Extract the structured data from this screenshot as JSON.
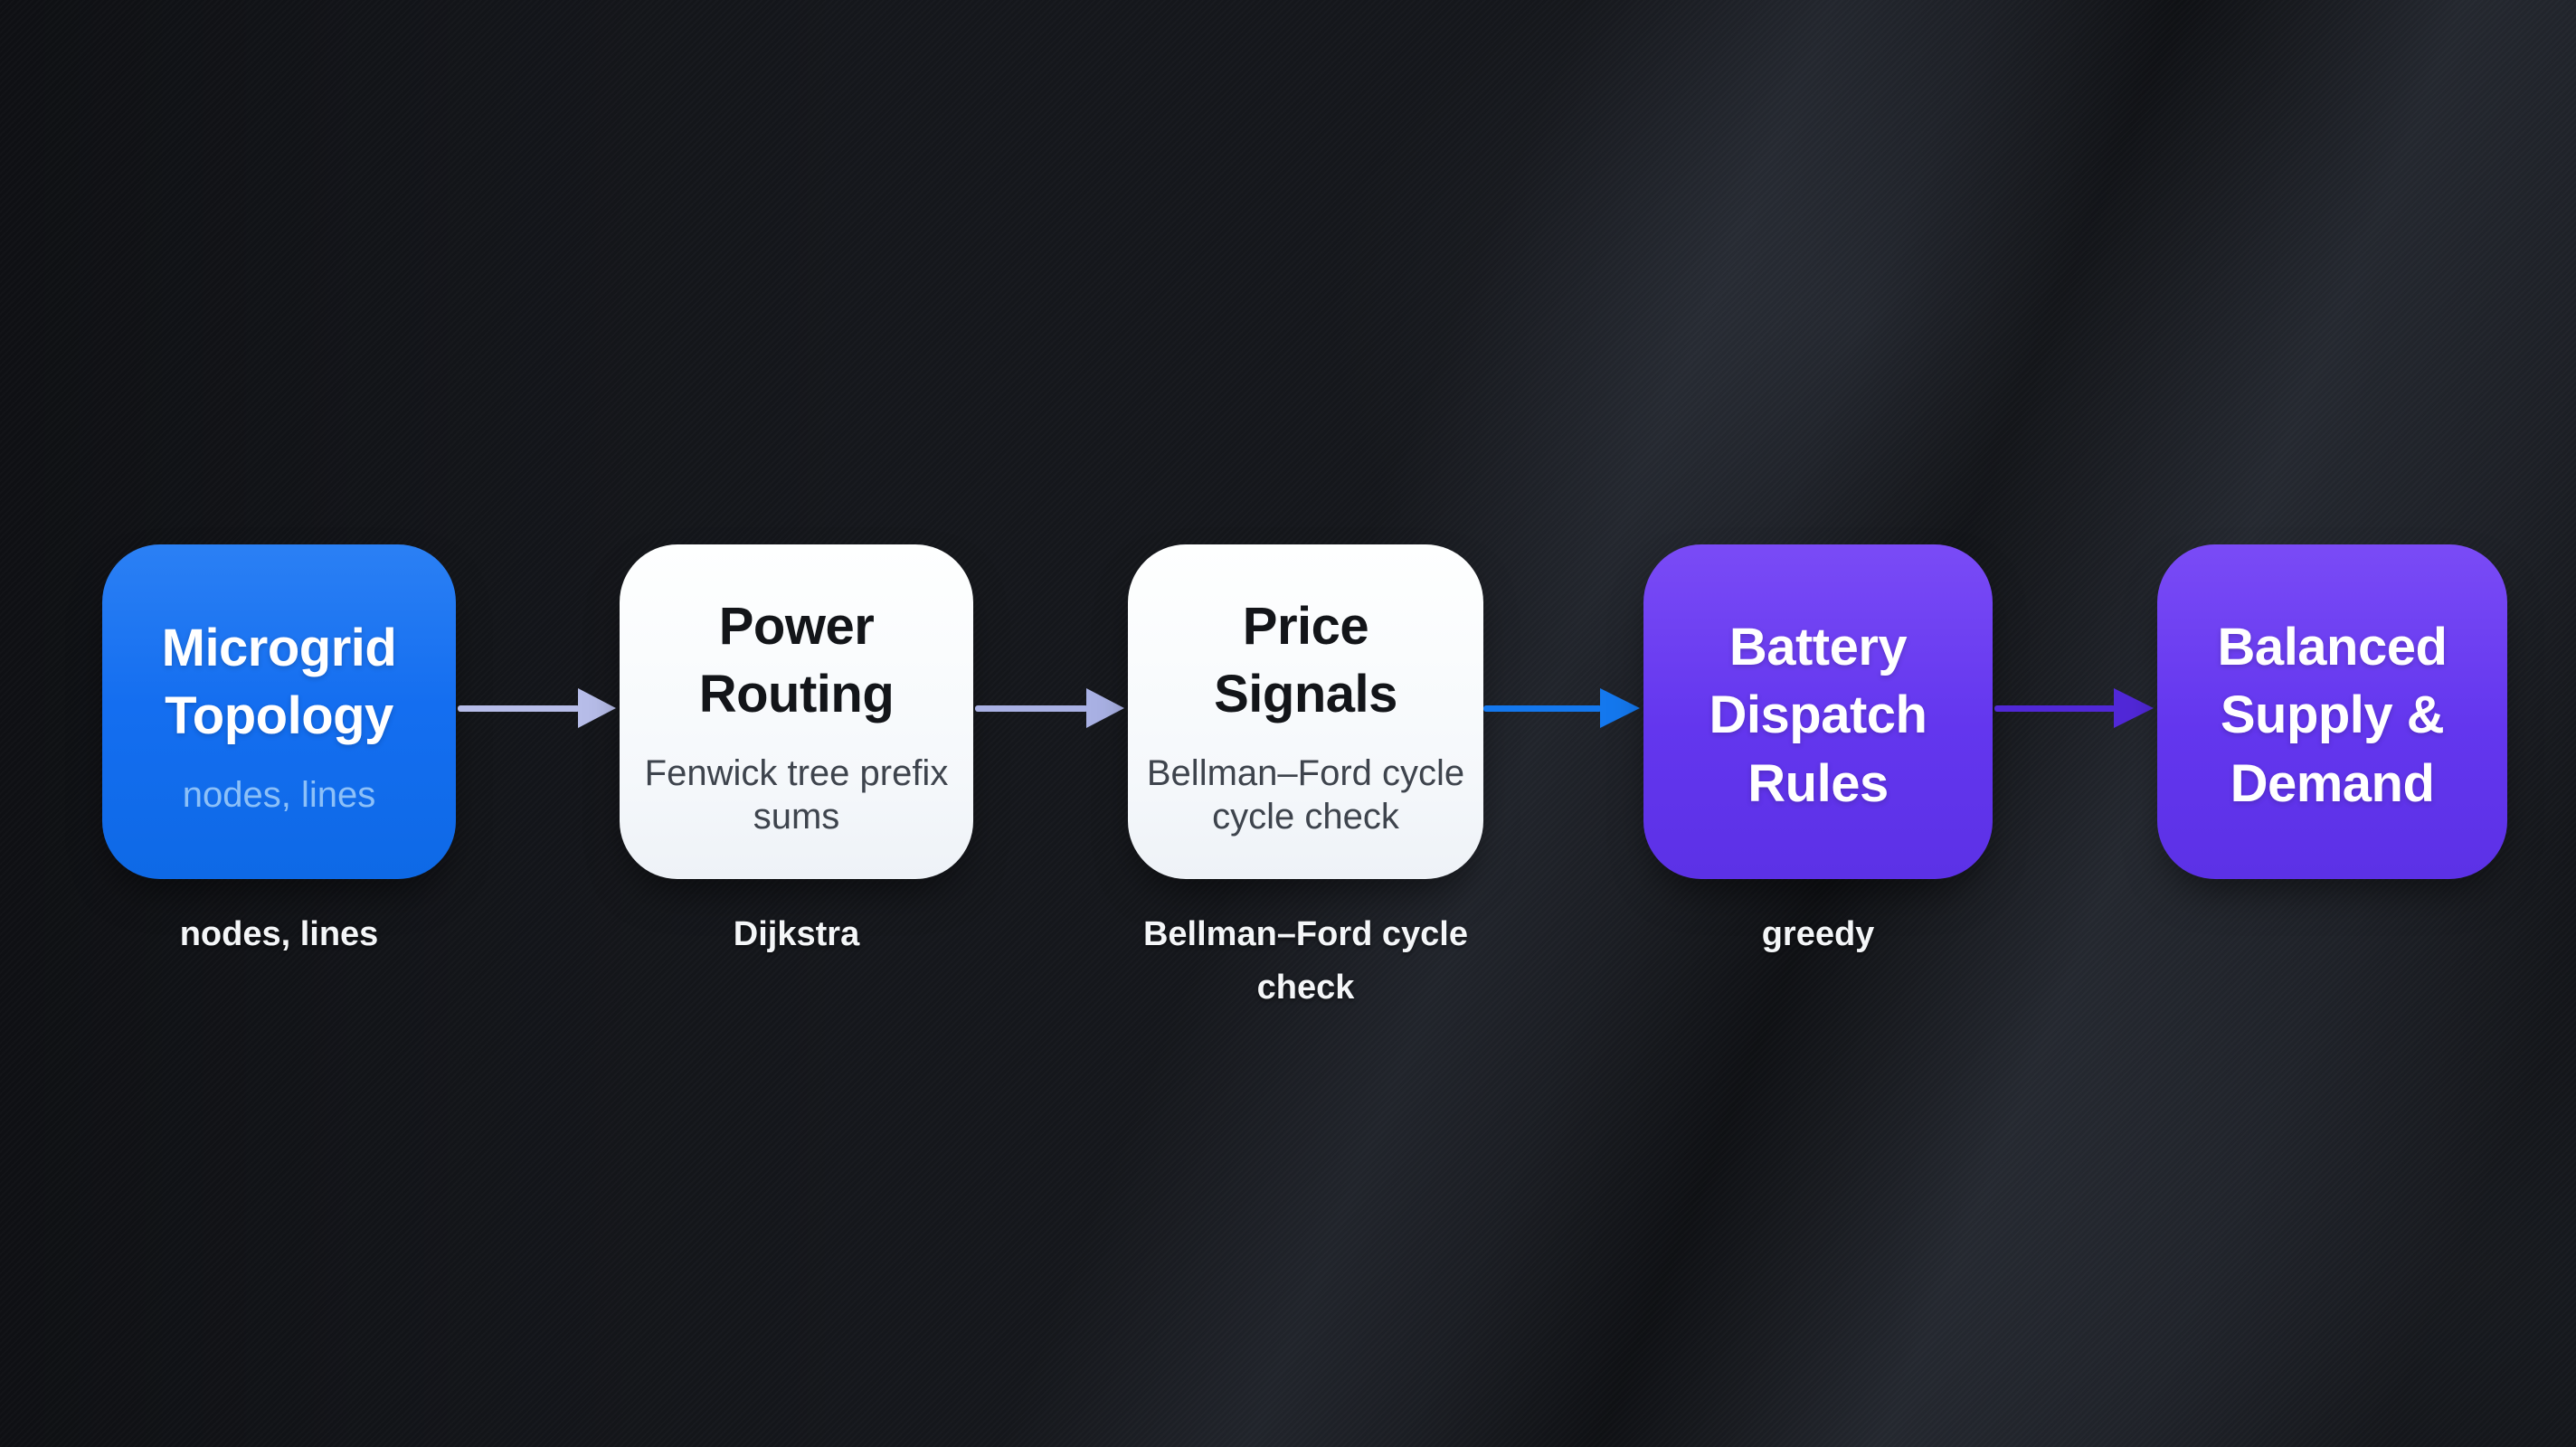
{
  "background": {
    "base_color": "#15171c",
    "style": "dark wall with soft diagonal window-light streaks"
  },
  "flow": {
    "nodes": [
      {
        "title": "Microgrid Topology",
        "subtitle": "nodes, lines",
        "caption": "nodes, lines",
        "fill": "#146ef0",
        "title_color": "#ffffff",
        "subtitle_color": "#8cc0f8"
      },
      {
        "title": "Power Routing",
        "subtitle": "Fenwick tree prefix sums",
        "caption": "Dijkstra",
        "fill": "#f7fafc",
        "title_color": "#131519",
        "subtitle_color": "#3e444d"
      },
      {
        "title": "Price Signals",
        "subtitle": "Bellman–Ford cycle cycle check",
        "caption": "Bellman–Ford cycle check",
        "fill": "#f7fafc",
        "title_color": "#131519",
        "subtitle_color": "#3e444d"
      },
      {
        "title": "Battery Dispatch Rules",
        "caption": "greedy",
        "fill": "#6336ee",
        "title_color": "#ffffff"
      },
      {
        "title": "Balanced Supply & Demand",
        "fill": "#6336ee",
        "title_color": "#ffffff"
      }
    ],
    "arrows": [
      {
        "from": "Microgrid Topology",
        "to": "Power Routing",
        "color": "#b7bde9"
      },
      {
        "from": "Power Routing",
        "to": "Price Signals",
        "color": "#a9b1e4"
      },
      {
        "from": "Price Signals",
        "to": "Battery Dispatch Rules",
        "color": "#1478ee"
      },
      {
        "from": "Battery Dispatch Rules",
        "to": "Balanced Supply & Demand",
        "color": "#5128d8"
      }
    ]
  }
}
